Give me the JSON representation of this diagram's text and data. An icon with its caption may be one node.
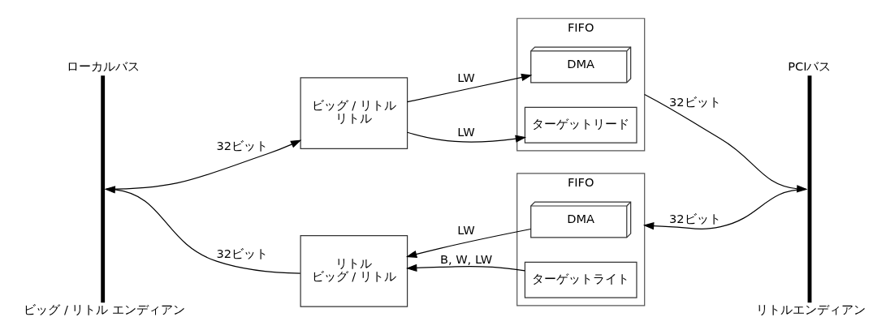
{
  "diagram": {
    "nodes": [
      {
        "text": [
          "ローカルバス"
        ],
        "beside": [
          "ビッグ / リトル エンディアン"
        ]
      },
      {
        "text": [
          "ビッグ / リトル",
          "リトル"
        ]
      },
      {
        "text": [
          "FIFO"
        ]
      },
      {
        "text": [
          "DMA"
        ],
        "in": 2
      },
      {
        "text": [
          "ターゲットリード"
        ],
        "in": 2
      },
      {
        "text": [
          "PCIバス"
        ],
        "beside": [
          "リトルエンディアン"
        ]
      },
      {
        "text": [
          "リトル",
          "ビッグ / リトル"
        ]
      },
      {
        "text": [
          "FIFO"
        ]
      },
      {
        "text": [
          "DMA"
        ],
        "in": 7
      },
      {
        "text": [
          "ターゲットライト"
        ],
        "in": 7
      }
    ],
    "edges": [
      {
        "from": 0,
        "to": 1,
        "arrow": "to",
        "label": "32ビット"
      },
      {
        "from": 1,
        "to": 3,
        "arrow": "to",
        "label": "LW"
      },
      {
        "from": 1,
        "to": 4,
        "arrow": "to",
        "label": "LW"
      },
      {
        "from": 2,
        "to": 5,
        "arrow": "to",
        "label": "32ビット"
      },
      {
        "from": 5,
        "to": 7,
        "arrow": "to",
        "label": "32ビット"
      },
      {
        "from": 8,
        "to": 6,
        "arrow": "to",
        "label": "LW"
      },
      {
        "from": 9,
        "to": 6,
        "arrow": "to",
        "label": "B, W, LW"
      },
      {
        "from": 6,
        "to": 0,
        "arrow": "to",
        "label": "32ビット"
      }
    ]
  }
}
